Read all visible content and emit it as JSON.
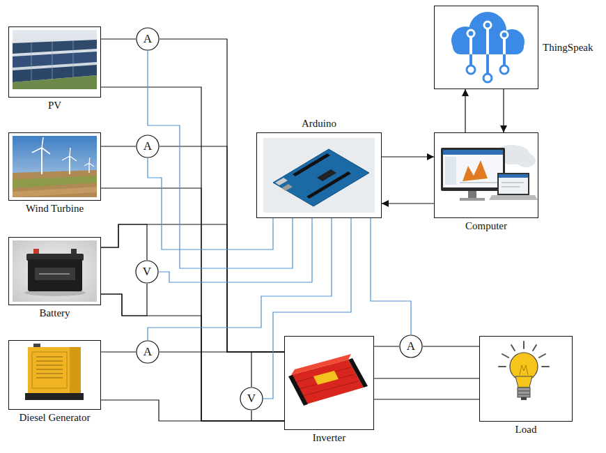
{
  "diagram": {
    "nodes": [
      {
        "text": [
          "PV"
        ]
      },
      {
        "text": [
          "A"
        ]
      },
      {
        "text": [
          "ThingSpeak"
        ]
      },
      {
        "text": [
          "Wind Turbine"
        ]
      },
      {
        "text": [
          "A"
        ]
      },
      {
        "text": [
          "Arduino"
        ]
      },
      {
        "text": [
          "Computer"
        ]
      },
      {
        "text": [
          "Battery"
        ]
      },
      {
        "text": [
          "V"
        ]
      },
      {
        "text": [
          "Diesel Generator"
        ]
      },
      {
        "text": [
          "A"
        ]
      },
      {
        "text": [
          "A"
        ]
      },
      {
        "text": [
          "V"
        ]
      },
      {
        "text": [
          "Inverter"
        ]
      },
      {
        "text": [
          "Load"
        ]
      }
    ],
    "edges": [
      {
        "from": 5,
        "to": 6,
        "arrow": "to"
      },
      {
        "from": 6,
        "to": 5,
        "arrow": "to"
      },
      {
        "from": 6,
        "to": 2,
        "arrow": "to"
      },
      {
        "from": 2,
        "to": 6,
        "arrow": "to"
      },
      {
        "from": 0,
        "to": 1,
        "arrow": "none"
      },
      {
        "from": 1,
        "to": 13,
        "arrow": "none"
      },
      {
        "from": 0,
        "to": 13,
        "arrow": "none"
      },
      {
        "from": 3,
        "to": 4,
        "arrow": "none"
      },
      {
        "from": 4,
        "to": 13,
        "arrow": "none"
      },
      {
        "from": 3,
        "to": 13,
        "arrow": "none"
      },
      {
        "from": 7,
        "to": 13,
        "arrow": "none"
      },
      {
        "from": 7,
        "to": 13,
        "arrow": "none"
      },
      {
        "from": 7,
        "to": 8,
        "arrow": "none"
      },
      {
        "from": 7,
        "to": 8,
        "arrow": "none"
      },
      {
        "from": 9,
        "to": 10,
        "arrow": "none"
      },
      {
        "from": 10,
        "to": 13,
        "arrow": "none"
      },
      {
        "from": 9,
        "to": 13,
        "arrow": "none"
      },
      {
        "from": 12,
        "to": 13,
        "arrow": "none"
      },
      {
        "from": 12,
        "to": 13,
        "arrow": "none"
      },
      {
        "from": 13,
        "to": 11,
        "arrow": "none"
      },
      {
        "from": 11,
        "to": 14,
        "arrow": "none"
      },
      {
        "from": 13,
        "to": 14,
        "arrow": "none"
      },
      {
        "from": 13,
        "to": 14,
        "arrow": "none"
      },
      {
        "from": 4,
        "to": 5,
        "arrow": "none"
      },
      {
        "from": 1,
        "to": 5,
        "arrow": "none"
      },
      {
        "from": 8,
        "to": 5,
        "arrow": "none"
      },
      {
        "from": 10,
        "to": 5,
        "arrow": "none"
      },
      {
        "from": 12,
        "to": 5,
        "arrow": "none"
      },
      {
        "from": 11,
        "to": 5,
        "arrow": "none"
      }
    ]
  }
}
